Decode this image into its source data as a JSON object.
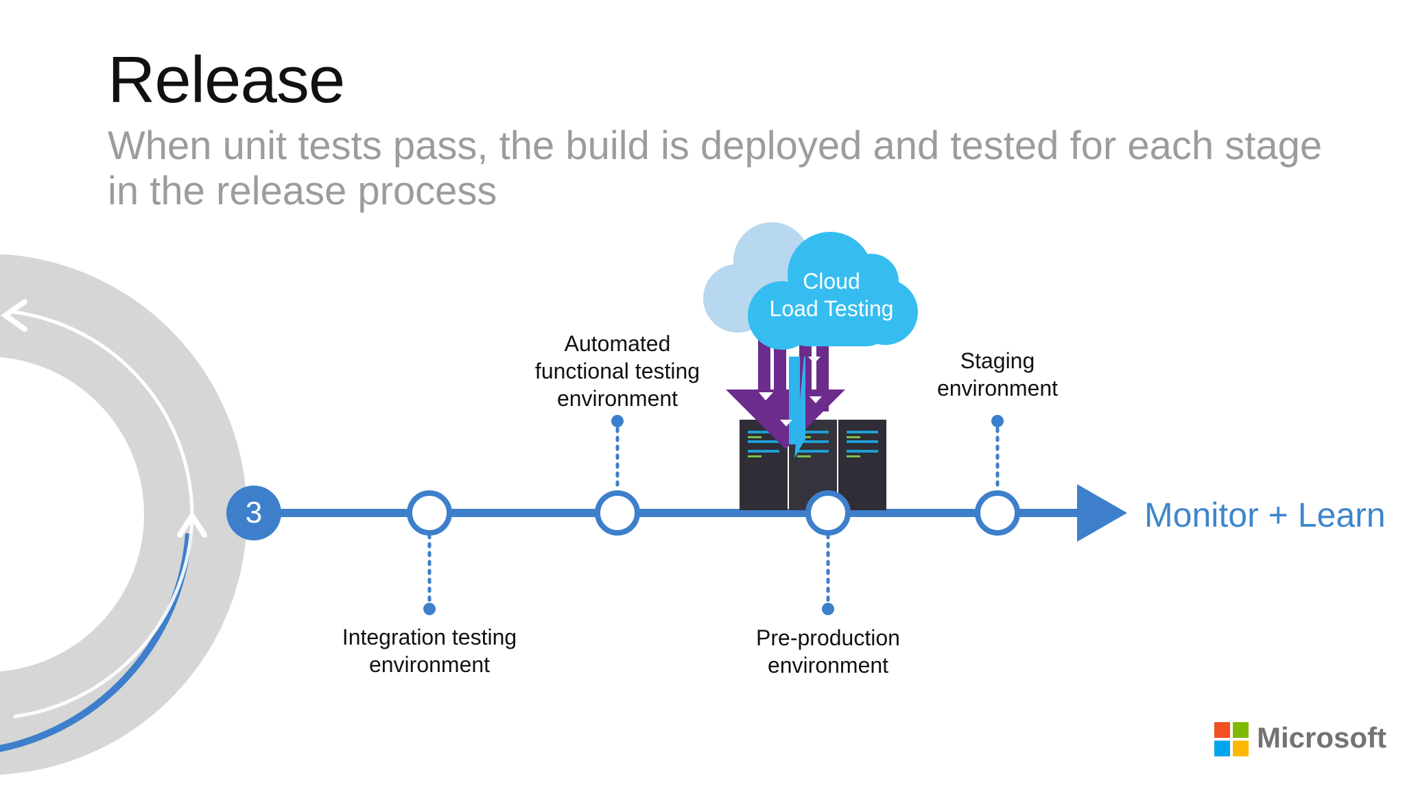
{
  "slide": {
    "title": "Release",
    "subtitle": "When unit tests pass, the build is deployed and tested for each stage in the release process"
  },
  "timeline": {
    "step_number": "3",
    "end_label": "Monitor + Learn",
    "stages": [
      {
        "label_lines": [
          "Integration testing",
          "environment"
        ]
      },
      {
        "label_lines": [
          "Automated",
          "functional testing",
          "environment"
        ]
      },
      {
        "label_lines": [
          "Pre-production",
          "environment"
        ]
      },
      {
        "label_lines": [
          "Staging",
          "environment"
        ]
      }
    ]
  },
  "cloud": {
    "line1": "Cloud",
    "line2": "Load Testing"
  },
  "brand": {
    "name": "Microsoft",
    "logo_colors": [
      "#f25022",
      "#7fba00",
      "#00a4ef",
      "#ffb900"
    ]
  },
  "colors": {
    "timeline_blue": "#3d7fcb",
    "cloud_front": "#36bdf0",
    "cloud_back": "#b8d8ef",
    "arrow_purple": "#6c2c8c",
    "cycle_gray": "#d6d6d6"
  }
}
